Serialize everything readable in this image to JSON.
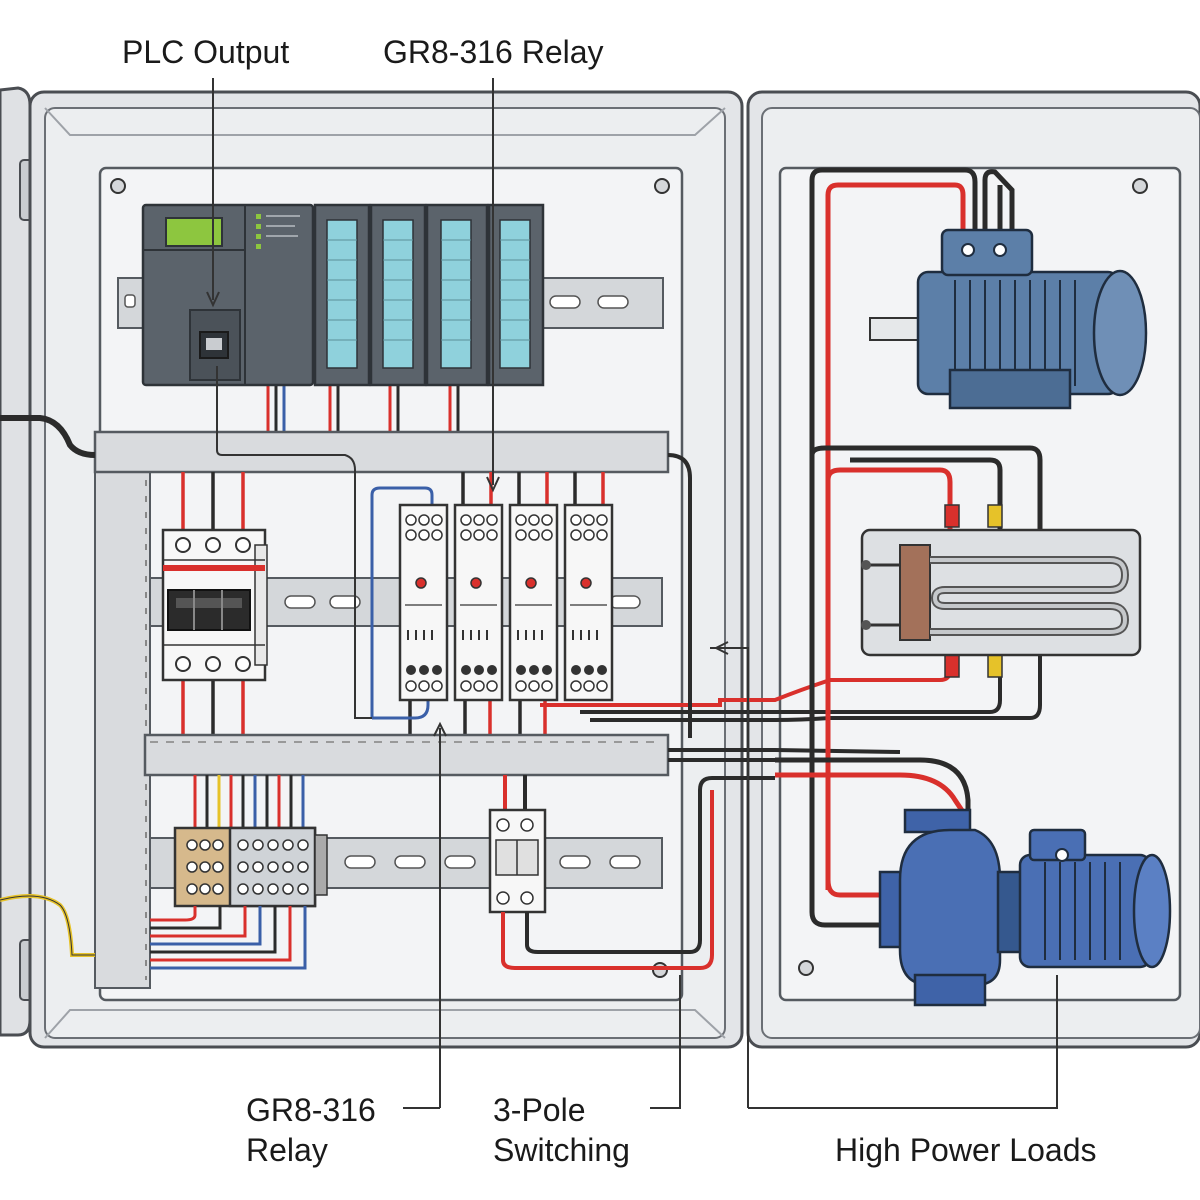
{
  "labels": {
    "plc_output": "PLC Output",
    "relay_top": "GR8-316 Relay",
    "relay_bottom_line1": "GR8-316",
    "relay_bottom_line2": "Relay",
    "switching_line1": "3-Pole",
    "switching_line2": "Switching",
    "loads": "High Power Loads"
  },
  "colors": {
    "enclosure": "#e8eaec",
    "enclosure_edge": "#4a4d52",
    "backplate": "#f1f2f4",
    "plc_body": "#5b636b",
    "plc_screen": "#8dc63f",
    "io_module_stripe": "#8fd1dc",
    "wire_red": "#d9302c",
    "wire_black": "#2b2b2b",
    "wire_blue": "#3a5fa8",
    "wire_yellow": "#e6c229",
    "motor_blue": "#5c7fa8",
    "pump_blue": "#3f63a8",
    "heater_copper": "#a3715a",
    "terminal_tan": "#d6b98c"
  },
  "icons": [
    "plc-cpu-icon",
    "io-module-icon",
    "relay-icon",
    "circuit-breaker-icon",
    "terminal-block-icon",
    "motor-icon",
    "heater-icon",
    "pump-icon"
  ]
}
